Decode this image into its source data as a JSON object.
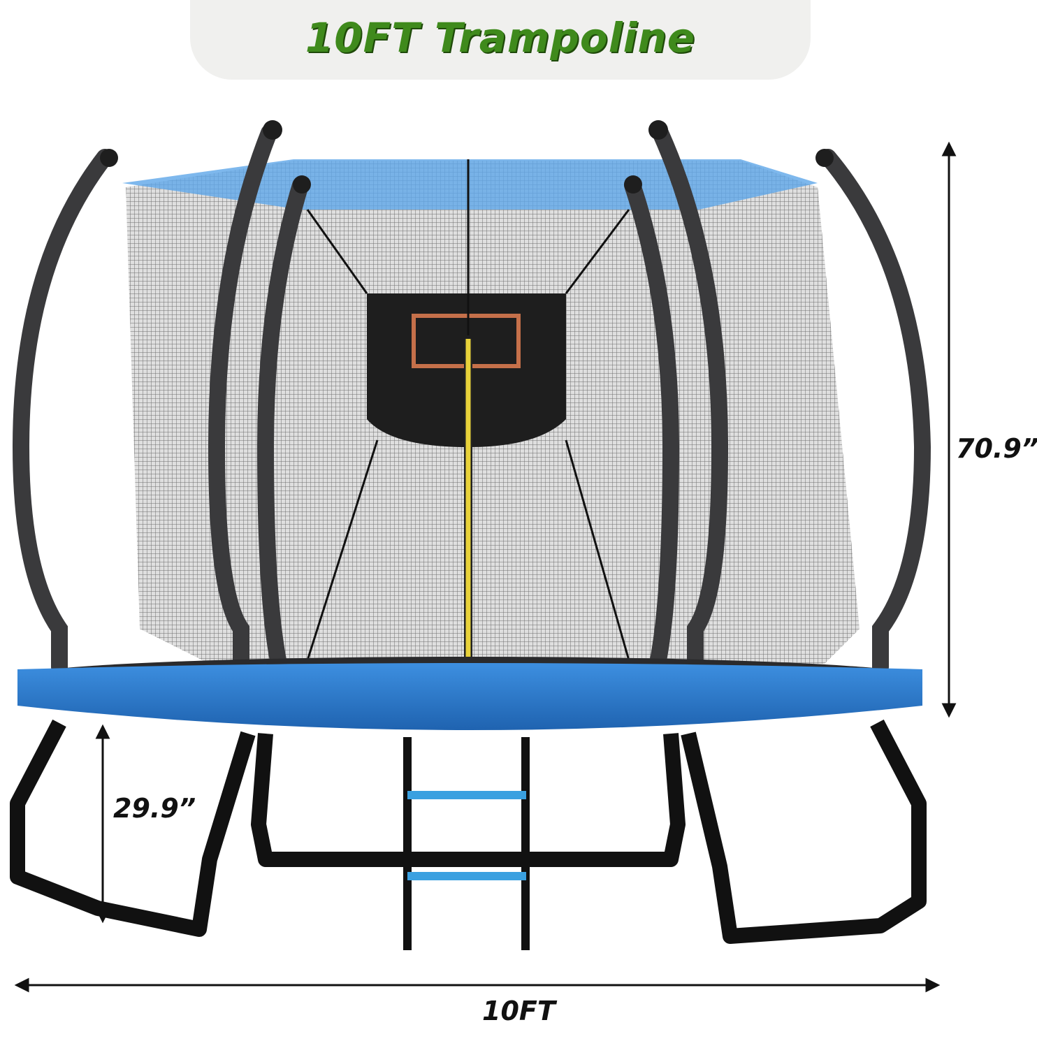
{
  "title": "10FT Trampoline",
  "dimensions": {
    "height": "70.9”",
    "leg_height": "29.9”",
    "diameter": "10FT"
  },
  "colors": {
    "title_green": "#3f8a1c",
    "pad_blue": "#2f7fd0",
    "frame": "#2a2a2c",
    "ladder_step": "#3aa0e0",
    "ladder_pole": "#e8d23a"
  }
}
